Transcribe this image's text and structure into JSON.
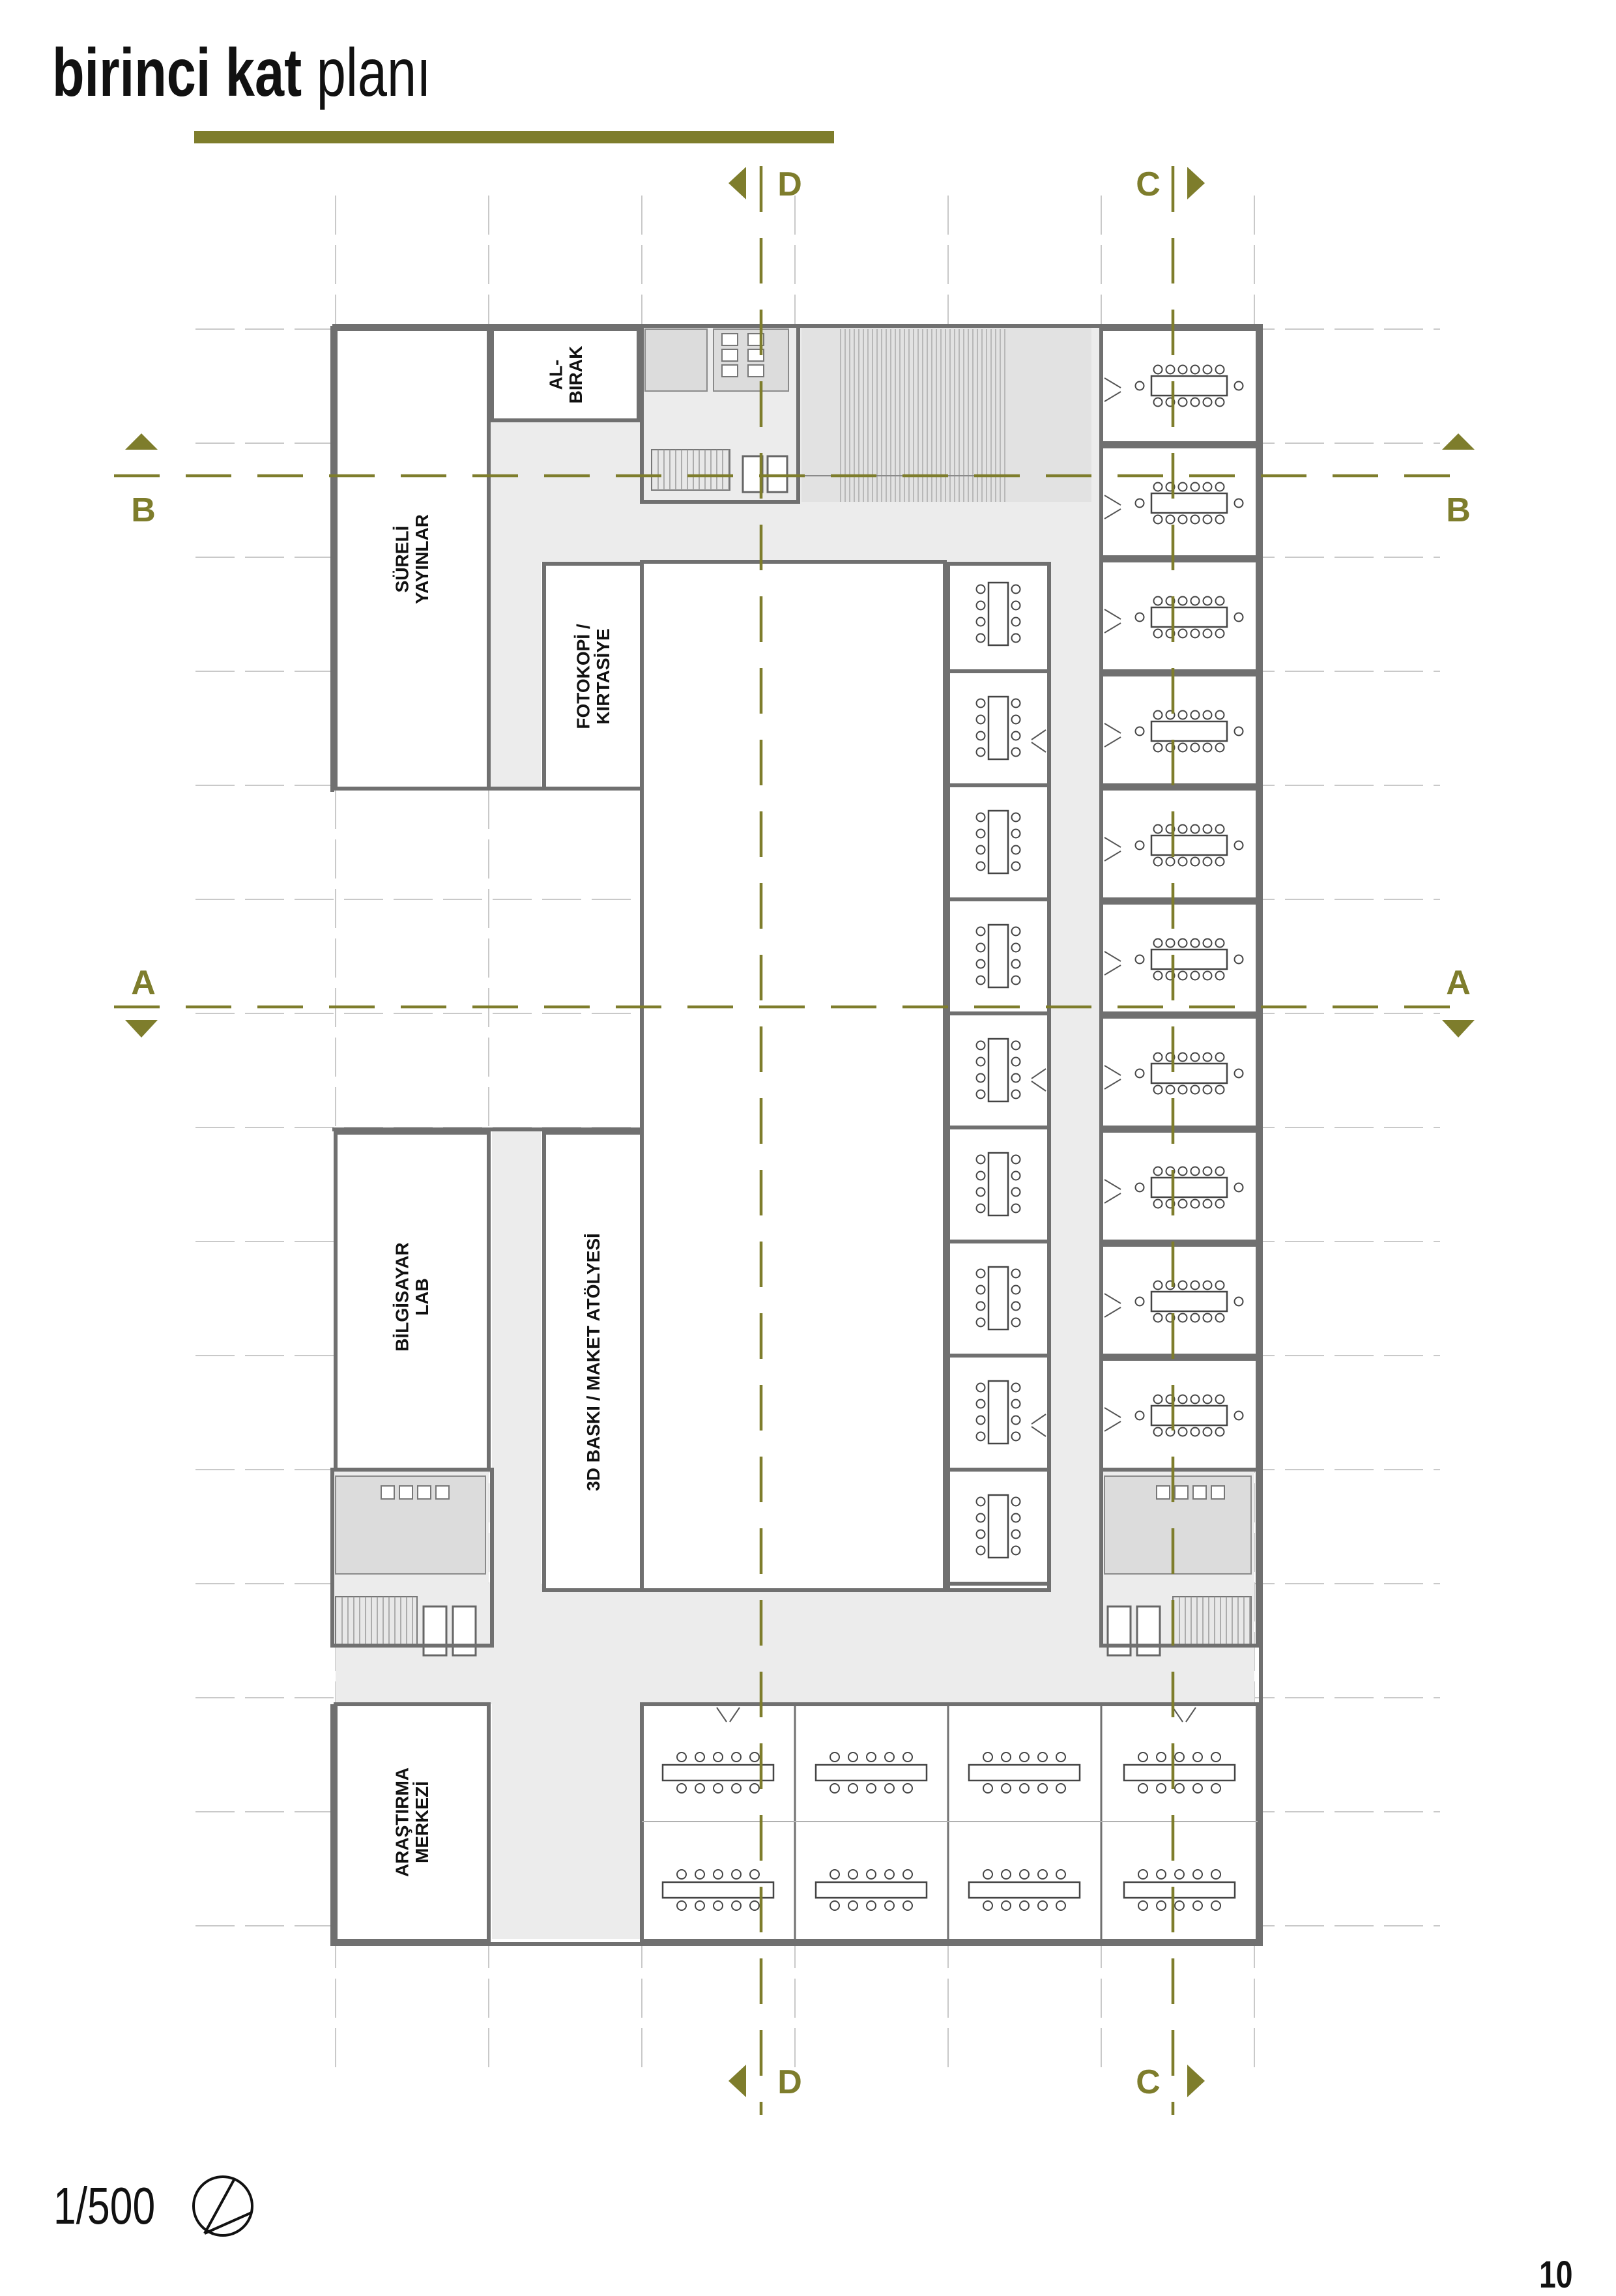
{
  "sheet": {
    "title_bold": "birinci kat",
    "title_light": "planı",
    "scale": "1/500",
    "page_number": "10"
  },
  "colors": {
    "accent": "#7e7d2c",
    "wall": "#707070",
    "circulation": "#ececec",
    "grid": "#c9c9c9"
  },
  "sections": {
    "a": "A",
    "b": "B",
    "c": "C",
    "d": "D"
  },
  "rooms": {
    "sureli_yayinlar": [
      "SÜRELİ",
      "YAYINLAR"
    ],
    "al_birak": [
      "AL-",
      "BIRAK"
    ],
    "fotokopi": [
      "FOTOKOPİ /",
      "KIRTASİYE"
    ],
    "bilgisayar_lab": [
      "BİLGİSAYAR",
      "LAB"
    ],
    "maket_atolyesi": [
      "3D BASKI / MAKET ATÖLYESİ"
    ],
    "arastirma_merkezi": [
      "ARAŞTIRMA",
      "MERKEZİ"
    ]
  },
  "icons": {
    "north_arrow": "north-arrow-icon",
    "section_marker": "section-marker-triangle"
  }
}
